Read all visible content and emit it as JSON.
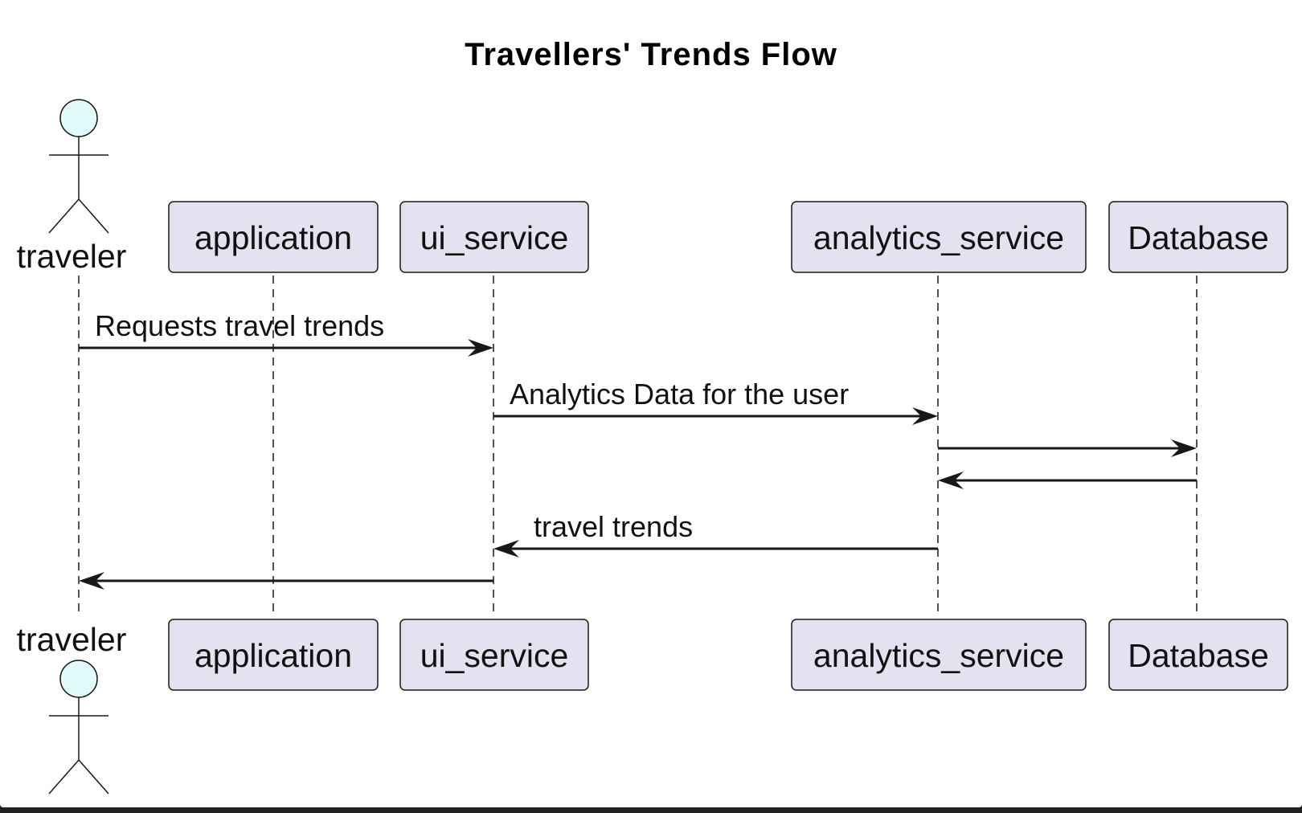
{
  "diagram": {
    "title": "Travellers' Trends Flow",
    "participants": [
      {
        "id": "traveler",
        "label": "traveler",
        "kind": "actor"
      },
      {
        "id": "application",
        "label": "application",
        "kind": "box"
      },
      {
        "id": "ui_service",
        "label": "ui_service",
        "kind": "box"
      },
      {
        "id": "analytics_service",
        "label": "analytics_service",
        "kind": "box"
      },
      {
        "id": "database",
        "label": "Database",
        "kind": "box"
      }
    ],
    "messages": [
      {
        "from": "traveler",
        "to": "ui_service",
        "label": "Requests travel trends"
      },
      {
        "from": "ui_service",
        "to": "analytics_service",
        "label": "Analytics Data for the user"
      },
      {
        "from": "analytics_service",
        "to": "database",
        "label": ""
      },
      {
        "from": "database",
        "to": "analytics_service",
        "label": ""
      },
      {
        "from": "analytics_service",
        "to": "ui_service",
        "label": "travel trends"
      },
      {
        "from": "ui_service",
        "to": "traveler",
        "label": ""
      }
    ],
    "colors": {
      "participant_fill": "#e2e2f0",
      "actor_head_fill": "#e2fbfb",
      "line": "#181818",
      "background": "#ffffff"
    }
  }
}
